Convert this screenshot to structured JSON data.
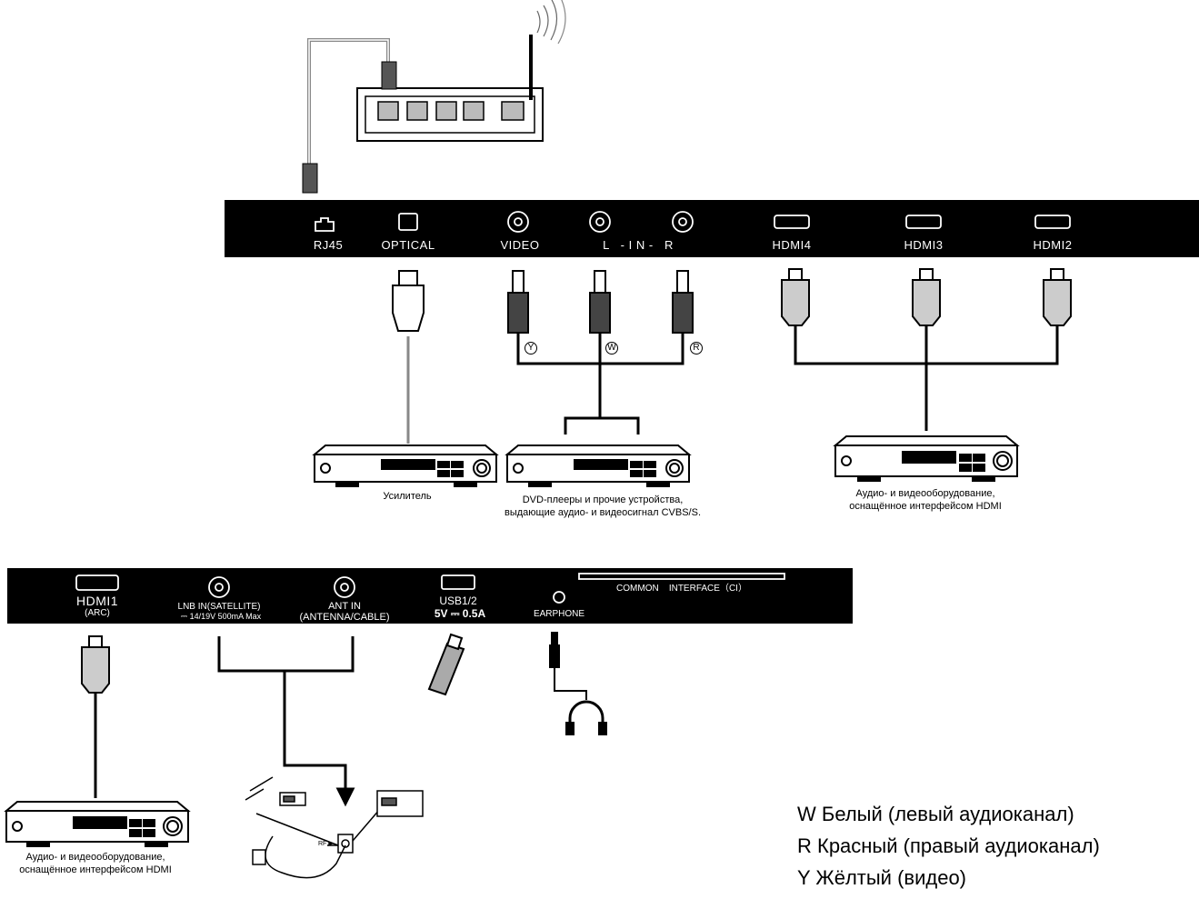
{
  "top_panel": {
    "rj45": "RJ45",
    "optical": "OPTICAL",
    "video": "VIDEO",
    "audio_in": "L   - I N -   R",
    "hdmi4": "HDMI4",
    "hdmi3": "HDMI3",
    "hdmi2": "HDMI2"
  },
  "rca_marks": {
    "y": "Y",
    "w": "W",
    "r": "R"
  },
  "devices": {
    "amplifier": "Усилитель",
    "dvd_line1": "DVD-плееры и прочие устройства,",
    "dvd_line2": "выдающие аудио- и видеосигнал CVBS/S.",
    "hdmi_av_line1": "Аудио- и видеооборудование,",
    "hdmi_av_line2": "оснащённое интерфейсом HDMI"
  },
  "bottom_panel": {
    "hdmi1": "HDMI1",
    "arc": "(ARC)",
    "lnb": "LNB IN(SATELLITE)",
    "lnb_spec": "⎓ 14/19V  500mA Max",
    "ant": "ANT  IN",
    "ant_sub": "(ANTENNA/CABLE)",
    "usb": "USB1/2",
    "usb_spec": "5V ⎓ 0.5A",
    "earphone": "EARPHONE",
    "ci": "COMMON    INTERFACE（CI）"
  },
  "antenna_labels": {
    "rf": "RF ▶"
  },
  "legend": [
    "W Белый (левый аудиоканал)",
    "R Красный (правый аудиоканал)",
    "Y Жёлтый (видео)"
  ]
}
